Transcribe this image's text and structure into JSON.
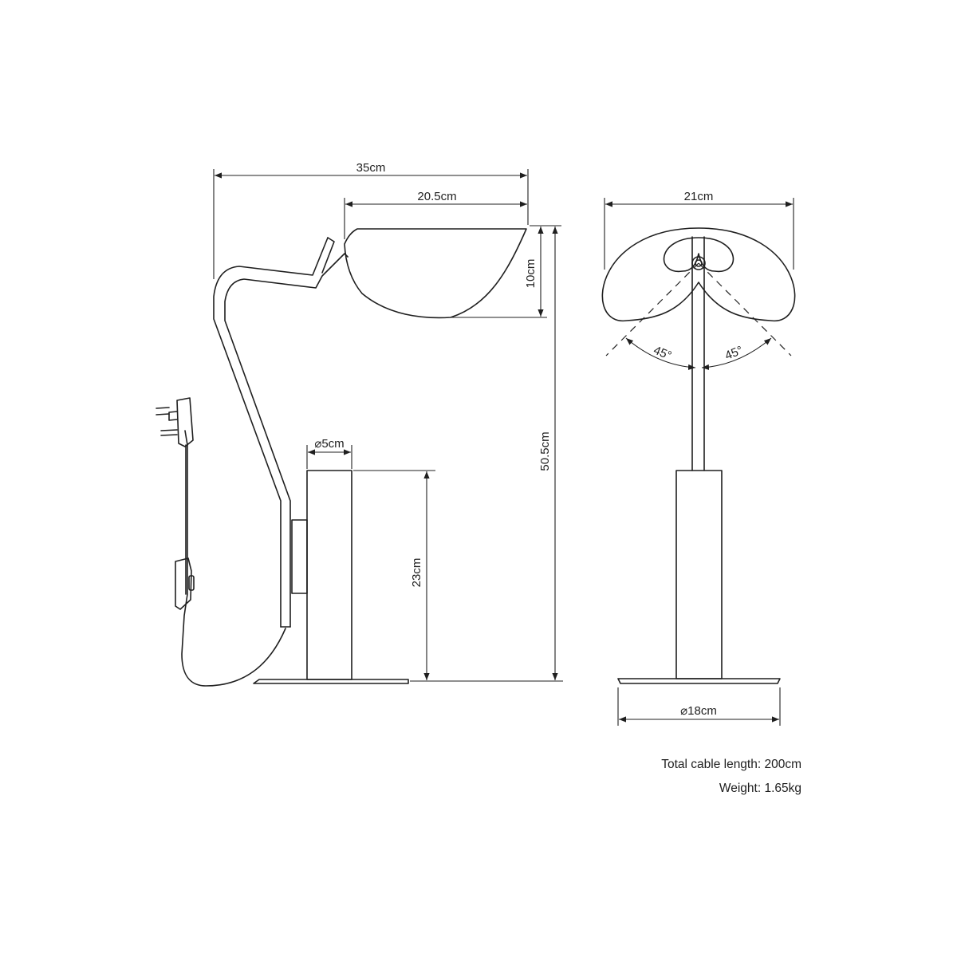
{
  "dimensions": {
    "overall_width": "35cm",
    "shade_width": "20.5cm",
    "shade_height": "10cm",
    "overall_height": "50.5cm",
    "column_diameter": "⌀5cm",
    "column_height": "23cm",
    "front_shade_width": "21cm",
    "tilt_left": "45°",
    "tilt_right": "45°",
    "base_diameter": "⌀18cm"
  },
  "specs": {
    "cable_length": "Total cable length: 200cm",
    "weight": "Weight: 1.65kg"
  }
}
